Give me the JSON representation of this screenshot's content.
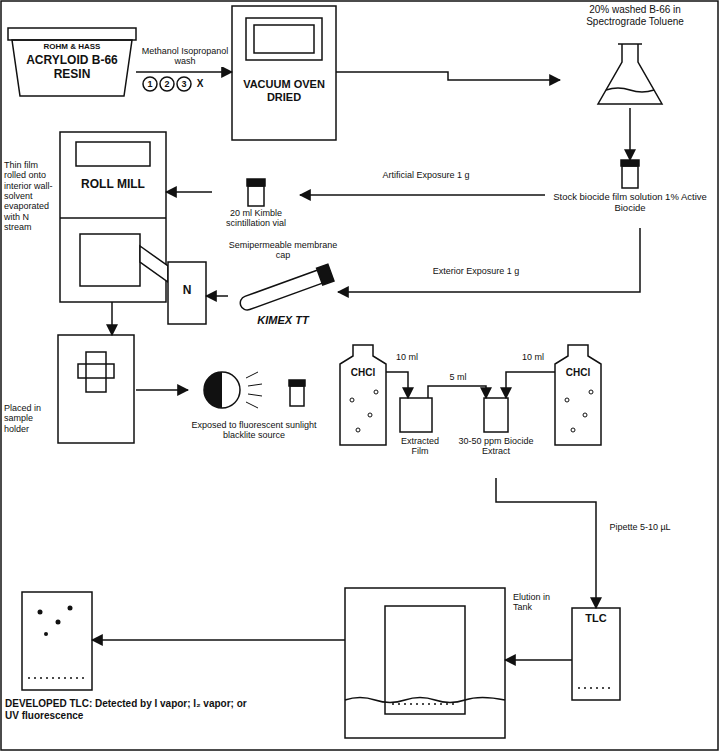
{
  "diagram": {
    "nodes": [
      {
        "text": [
          "ROHM & HASS",
          "ACRYLOID B-66 RESIN"
        ]
      },
      {
        "text": [
          "VACUUM OVEN DRIED"
        ]
      },
      {
        "text": [
          "20% washed B-66 in Spectrograde Toluene"
        ]
      },
      {
        "text": [
          "Stock biocide film solution 1% Active Biocide"
        ]
      },
      {
        "text": [
          "20 ml Kimble scintillation vial"
        ]
      },
      {
        "text": [
          "ROLL MILL",
          "Thin film rolled onto interior wall-solvent evaporated with N stream"
        ]
      },
      {
        "text": [
          "N"
        ]
      },
      {
        "text": [
          "Semipermeable membrane cap",
          "KIMEX TT"
        ]
      },
      {
        "text": [
          "Placed in sample holder"
        ]
      },
      {
        "text": [
          "Exposed to fluorescent sunlight blacklite source"
        ]
      },
      {
        "text": [
          "CHCl"
        ]
      },
      {
        "text": [
          "Extracted Film"
        ]
      },
      {
        "text": [
          "30-50 ppm Biocide Extract"
        ]
      },
      {
        "text": [
          "CHCl"
        ]
      },
      {
        "text": [
          "TLC"
        ]
      },
      {
        "text": [
          "Elution in Tank"
        ]
      },
      {
        "text": [
          "DEVELOPED TLC: Detected by I vapor; I₂ vapor; or UV fluorescence"
        ]
      }
    ],
    "edges": [
      {
        "from": 0,
        "to": 1,
        "arrow": "to",
        "label": "Methanol Isopropanol wash"
      },
      {
        "from": 1,
        "to": 2,
        "arrow": "to"
      },
      {
        "from": 2,
        "to": 3,
        "arrow": "to"
      },
      {
        "from": 3,
        "to": 4,
        "arrow": "to",
        "label": "Artificial Exposure 1 g"
      },
      {
        "from": 3,
        "to": 7,
        "arrow": "to",
        "label": "Exterior Exposure 1 g"
      },
      {
        "from": 4,
        "to": 5,
        "arrow": "to"
      },
      {
        "from": 7,
        "to": 6,
        "arrow": "to"
      },
      {
        "from": 5,
        "to": 8,
        "arrow": "to"
      },
      {
        "from": 8,
        "to": 9,
        "arrow": "to"
      },
      {
        "from": 10,
        "to": 11,
        "arrow": "to",
        "label": "10 ml"
      },
      {
        "from": 11,
        "to": 12,
        "arrow": "to",
        "label": "5 ml"
      },
      {
        "from": 13,
        "to": 12,
        "arrow": "to",
        "label": "10 ml"
      },
      {
        "from": 12,
        "to": 14,
        "arrow": "to",
        "label": "Pipette 5-10 µL"
      },
      {
        "from": 14,
        "to": 15,
        "arrow": "to"
      },
      {
        "from": 15,
        "to": 16,
        "arrow": "to"
      }
    ],
    "labels": [
      "1",
      "2",
      "3",
      "X"
    ]
  }
}
